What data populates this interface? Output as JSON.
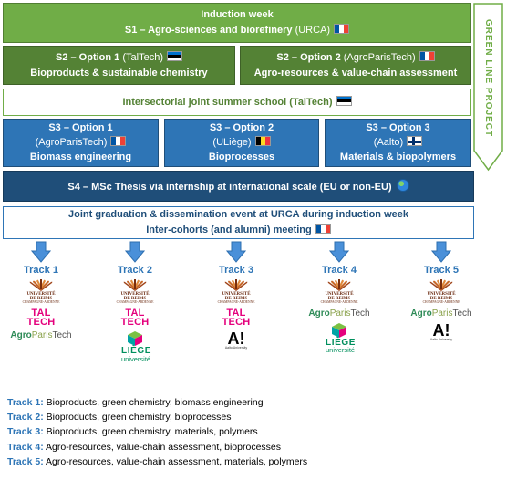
{
  "side_label": "GREEN LINE PROJECT",
  "blocks": {
    "induction": {
      "line1": "Induction week",
      "line2_bold": "S1 – Agro-sciences and biorefinery",
      "line2_normal": " (URCA)"
    },
    "s2_opt1": {
      "line1_bold": "S2 – Option 1",
      "line1_normal": " (TalTech)",
      "line2": "Bioproducts & sustainable chemistry"
    },
    "s2_opt2": {
      "line1_bold": "S2 – Option 2",
      "line1_normal": " (AgroParisTech)",
      "line2": "Agro-resources & value-chain assessment"
    },
    "summer": {
      "line1": "Intersectorial joint summer school (TalTech)"
    },
    "s3_opt1": {
      "line1": "S3 – Option 1",
      "line2": "(AgroParisTech)",
      "line3": "Biomass engineering"
    },
    "s3_opt2": {
      "line1": "S3 – Option 2",
      "line2": "(ULiège)",
      "line3": "Bioprocesses"
    },
    "s3_opt3": {
      "line1": "S3 – Option 3",
      "line2": "(Aalto)",
      "line3": "Materials & biopolymers"
    },
    "s4": {
      "line1": "S4 – MSc Thesis via internship at international scale (EU or non-EU)"
    },
    "graduation": {
      "line1": "Joint graduation & dissemination event at URCA during induction week",
      "line2": "Inter-cohorts (and alumni) meeting"
    }
  },
  "tracks": [
    {
      "label": "Track 1",
      "logos": [
        "urca",
        "taltech",
        "agroparistech"
      ]
    },
    {
      "label": "Track 2",
      "logos": [
        "urca",
        "taltech",
        "liege"
      ]
    },
    {
      "label": "Track 3",
      "logos": [
        "urca",
        "taltech",
        "aalto"
      ]
    },
    {
      "label": "Track 4",
      "logos": [
        "urca",
        "agroparistech",
        "liege"
      ]
    },
    {
      "label": "Track 5",
      "logos": [
        "urca",
        "agroparistech",
        "aalto"
      ]
    }
  ],
  "logo_text": {
    "urca_line1": "UNIVERSITÉ",
    "urca_line2": "DE REIMS",
    "urca_line3": "CHAMPAGNE-ARDENNE",
    "taltech_line1": "TAL",
    "taltech_line2": "TECH",
    "agroparistech_a": "Agro",
    "agroparistech_b": "Paris",
    "agroparistech_c": "Tech",
    "liege_line1": "LIÈGE",
    "liege_line2": "université",
    "aalto_big": "A!",
    "aalto_small": "Aalto University"
  },
  "legend": [
    {
      "track": "Track 1:",
      "text": " Bioproducts, green chemistry, biomass engineering"
    },
    {
      "track": "Track 2:",
      "text": " Bioproducts, green chemistry, bioprocesses"
    },
    {
      "track": "Track 3:",
      "text": " Bioproducts, green chemistry, materials, polymers"
    },
    {
      "track": "Track 4:",
      "text": " Agro-resources, value-chain assessment, bioprocesses"
    },
    {
      "track": "Track 5:",
      "text": " Agro-resources, value-chain assessment, materials, polymers"
    }
  ],
  "colors": {
    "green_light": "#70ad47",
    "green_dark": "#548235",
    "blue_mid": "#2e75b6",
    "blue_dark": "#1f4e79"
  },
  "icon_names": [
    "flag-france",
    "flag-estonia",
    "flag-belgium",
    "flag-finland",
    "globe-icon",
    "down-arrow-icon"
  ]
}
